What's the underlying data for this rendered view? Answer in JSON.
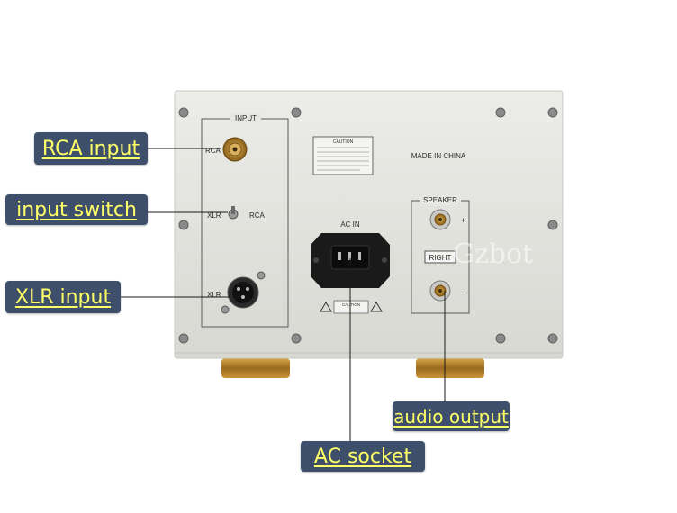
{
  "callouts": {
    "rca_input": "RCA input",
    "input_switch": "input switch",
    "xlr_input": "XLR input",
    "audio_output": "audio output",
    "ac_socket": "AC socket"
  },
  "panel": {
    "input_title": "INPUT",
    "rca_label": "RCA",
    "switch_left": "XLR",
    "switch_right": "RCA",
    "xlr_label": "XLR",
    "caution_title": "CAUTION",
    "made_in": "MADE IN CHINA",
    "ac_in": "AC IN",
    "speaker_title": "SPEAKER",
    "right_label": "RIGHT",
    "plus_sign": "+",
    "minus_sign": "-"
  },
  "watermark": "Gzbot",
  "colors": {
    "callout_bg": "#3d4f6b",
    "callout_text": "#ffff66",
    "chassis": "#e2e2de",
    "feet": "#b8862f"
  }
}
